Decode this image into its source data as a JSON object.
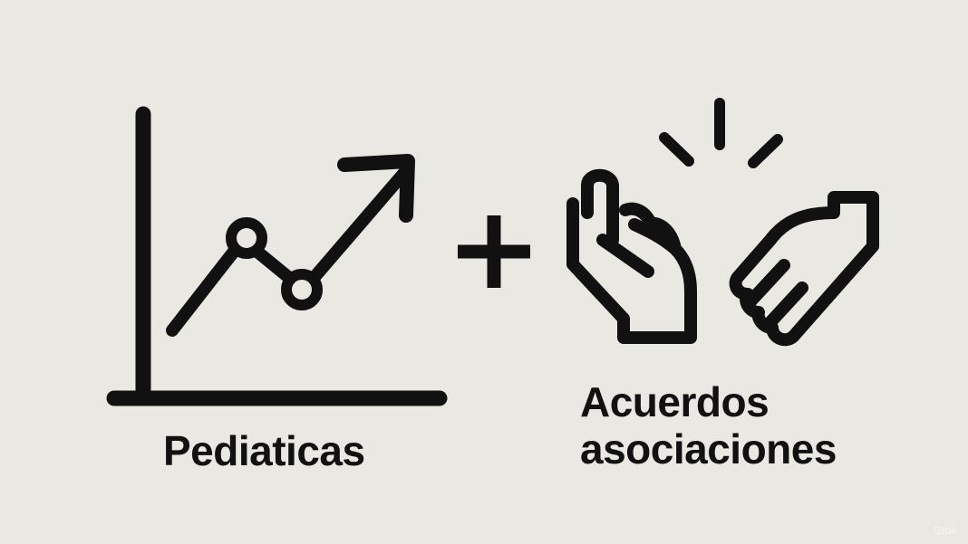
{
  "left_label": "Pediaticas",
  "right_label_line1": "Acuerdos",
  "right_label_line2": "asociaciones",
  "watermark": "Grok",
  "icons": [
    "line-chart-growth-icon",
    "plus-icon",
    "hands-agreement-icon"
  ],
  "colors": {
    "background": "#eae8e3",
    "ink": "#111111"
  }
}
